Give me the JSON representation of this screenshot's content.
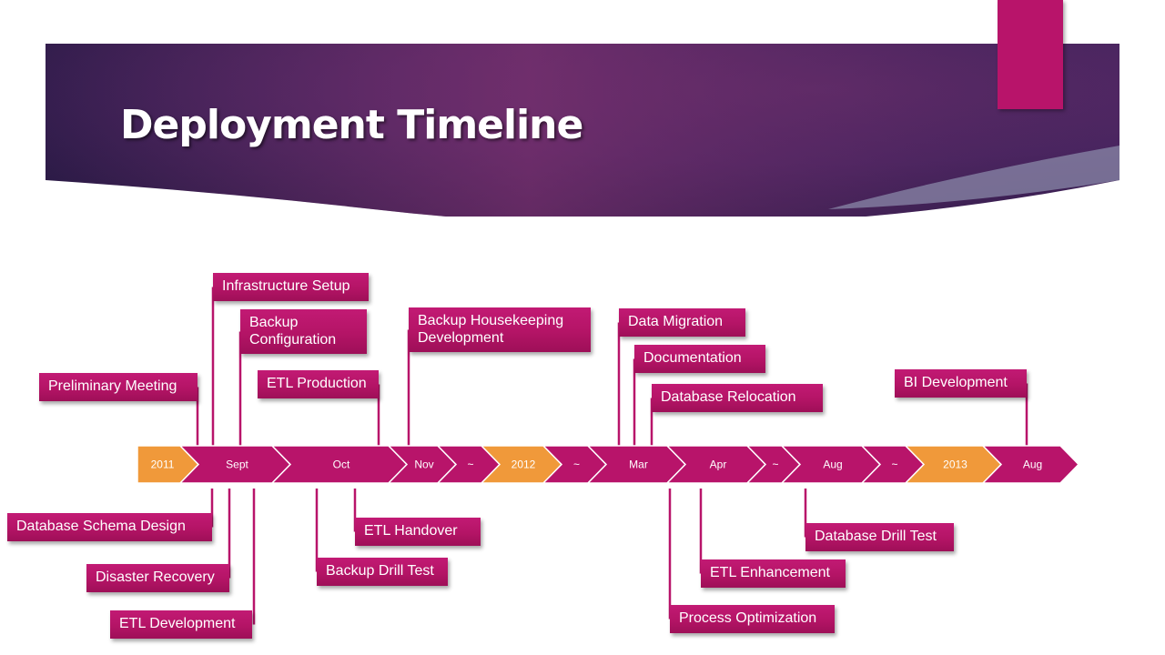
{
  "title": "Deployment Timeline",
  "colors": {
    "primary": "#b8146a",
    "highlight": "#f0993a",
    "banner_dark": "#2b1a45",
    "banner_mid": "#6b3068"
  },
  "segments": [
    {
      "label": "2011",
      "kind": "year"
    },
    {
      "label": "Sept",
      "kind": "month"
    },
    {
      "label": "Oct",
      "kind": "month"
    },
    {
      "label": "Nov",
      "kind": "month"
    },
    {
      "label": "~",
      "kind": "gap"
    },
    {
      "label": "2012",
      "kind": "year"
    },
    {
      "label": "~",
      "kind": "gap"
    },
    {
      "label": "Mar",
      "kind": "month"
    },
    {
      "label": "Apr",
      "kind": "month"
    },
    {
      "label": "~",
      "kind": "gap"
    },
    {
      "label": "Aug",
      "kind": "month"
    },
    {
      "label": "~",
      "kind": "gap"
    },
    {
      "label": "2013",
      "kind": "year"
    },
    {
      "label": "Aug",
      "kind": "month"
    }
  ],
  "events_above": [
    {
      "label": "Preliminary Meeting"
    },
    {
      "label": "Infrastructure Setup"
    },
    {
      "label": "Backup\nConfiguration"
    },
    {
      "label": "ETL Production"
    },
    {
      "label": "Backup Housekeeping\nDevelopment"
    },
    {
      "label": "Data Migration"
    },
    {
      "label": "Documentation"
    },
    {
      "label": "Database Relocation"
    },
    {
      "label": "BI Development"
    }
  ],
  "events_below": [
    {
      "label": "Database Schema Design"
    },
    {
      "label": "Disaster Recovery"
    },
    {
      "label": "ETL Development"
    },
    {
      "label": "Backup Drill Test"
    },
    {
      "label": "ETL Handover"
    },
    {
      "label": "Process Optimization"
    },
    {
      "label": "ETL Enhancement"
    },
    {
      "label": "Database Drill Test"
    }
  ]
}
